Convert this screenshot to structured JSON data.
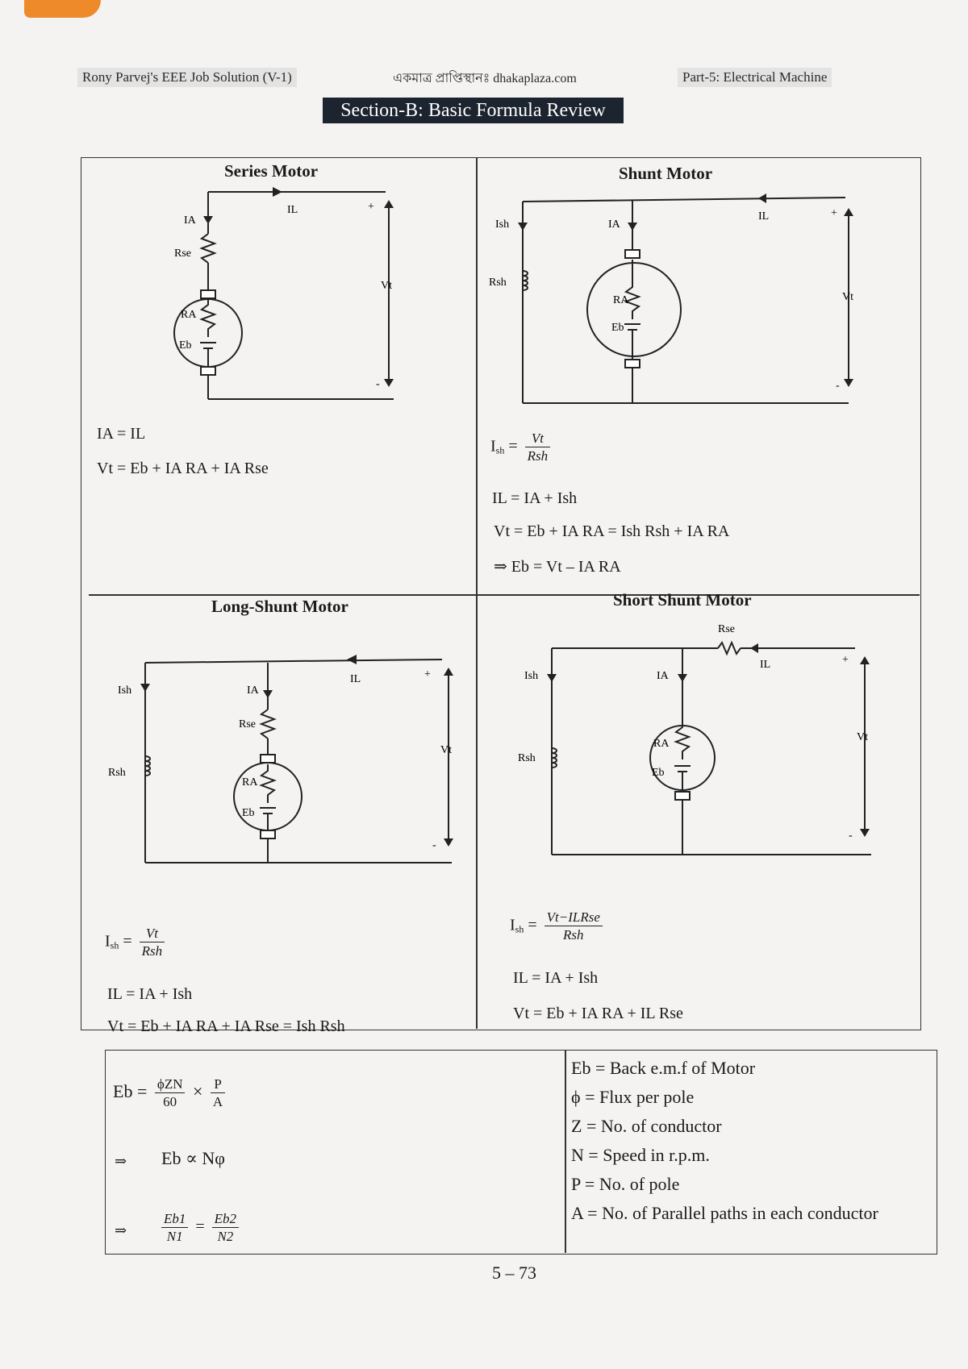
{
  "header": {
    "left": "Rony Parvej's EEE Job Solution (V-1)",
    "center": "একমাত্র প্রাপ্তিস্থানঃ dhakaplaza.com",
    "right": "Part-5: Electrical Machine"
  },
  "section_title": "Section-B: Basic Formula Review",
  "cells": {
    "series": {
      "title": "Series Motor",
      "eq1": "IA = IL",
      "eq2": "Vt = Eb + IA RA + IA Rse"
    },
    "shunt": {
      "title": "Shunt Motor",
      "ish_num": "Vt",
      "ish_den": "Rsh",
      "eq2": "IL = IA + Ish",
      "eq3": "Vt = Eb + IA RA = Ish Rsh + IA RA",
      "eq4": "⇒ Eb = Vt – IA RA"
    },
    "long_shunt": {
      "title": "Long-Shunt Motor",
      "ish_num": "Vt",
      "ish_den": "Rsh",
      "eq2": "IL = IA + Ish",
      "eq3": "Vt = Eb + IA RA + IA Rse = Ish Rsh"
    },
    "short_shunt": {
      "title": "Short Shunt Motor",
      "ish_num": "Vt−ILRse",
      "ish_den": "Rsh",
      "eq2": "IL = IA + Ish",
      "eq3": "Vt = Eb + IA RA + IL Rse"
    }
  },
  "circuit_labels": {
    "IA": "IA",
    "IL": "IL",
    "Ish": "Ish",
    "Rse": "Rse",
    "Rsh": "Rsh",
    "RA": "RA",
    "Eb": "Eb",
    "Vt": "Vt",
    "plus": "+",
    "minus": "-"
  },
  "emf": {
    "eb": "Eb",
    "num1": "ϕZN",
    "den1": "60",
    "num2": "P",
    "den2": "A",
    "prop": "Eb ∝ Nφ",
    "f_num1": "Eb1",
    "f_den1": "N1",
    "f_num2": "Eb2",
    "f_den2": "N2",
    "implies": "⇒"
  },
  "definitions": [
    "Eb = Back e.m.f of Motor",
    "ϕ = Flux per pole",
    "Z = No. of conductor",
    "N = Speed in r.p.m.",
    "P = No. of pole",
    "A = No. of Parallel paths in each conductor"
  ],
  "page_number": "5 – 73"
}
